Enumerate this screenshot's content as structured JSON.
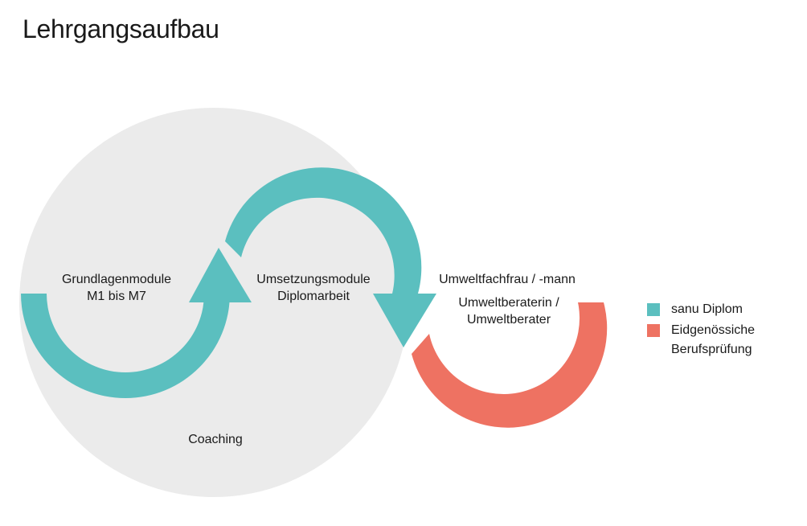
{
  "title": "Lehrgangsaufbau",
  "colors": {
    "circle": "#ebebeb",
    "diplom": "#5bbfbf",
    "pruefung": "#ee7262"
  },
  "labels": {
    "grundlagen_line1": "Grundlagenmodule",
    "grundlagen_line2": "M1 bis M7",
    "umsetzung_line1": "Umsetzungsmodule",
    "umsetzung_line2": "Diplomarbeit",
    "fachfrau": "Umweltfachfrau / -mann",
    "beraterin_line1": "Umweltberaterin /",
    "beraterin_line2": "Umweltberater",
    "coaching": "Coaching"
  },
  "legend": {
    "diplom": "sanu Diplom",
    "pruefung_line1": "Eidgenössiche",
    "pruefung_line2": "Berufsprüfung"
  }
}
